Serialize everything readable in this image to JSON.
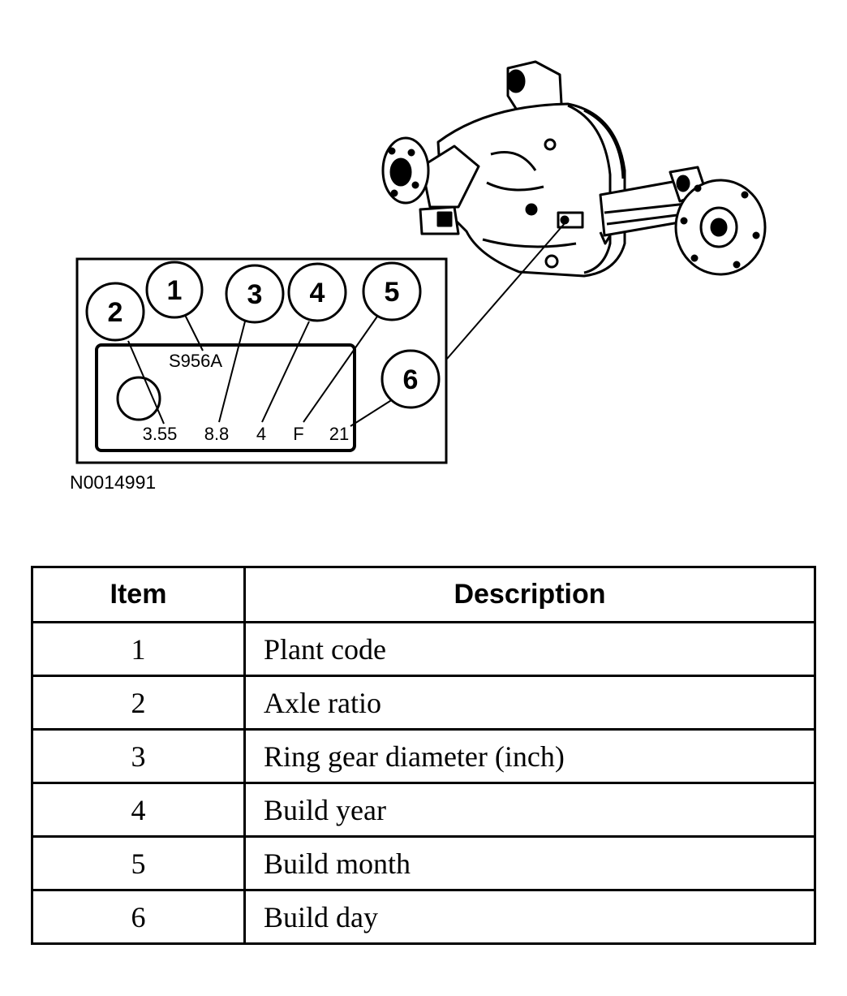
{
  "figure": {
    "figure_id": "N0014991",
    "tag": {
      "plant_code": "S956A",
      "axle_ratio": "3.55",
      "ring_gear": "8.8",
      "build_year": "4",
      "build_month": "F",
      "build_day": "21"
    },
    "callouts": [
      "1",
      "2",
      "3",
      "4",
      "5",
      "6"
    ]
  },
  "table": {
    "headers": {
      "item": "Item",
      "description": "Description"
    },
    "rows": [
      {
        "item": "1",
        "description": "Plant code"
      },
      {
        "item": "2",
        "description": "Axle ratio"
      },
      {
        "item": "3",
        "description": "Ring gear diameter (inch)"
      },
      {
        "item": "4",
        "description": "Build year"
      },
      {
        "item": "5",
        "description": "Build month"
      },
      {
        "item": "6",
        "description": "Build day"
      }
    ]
  }
}
